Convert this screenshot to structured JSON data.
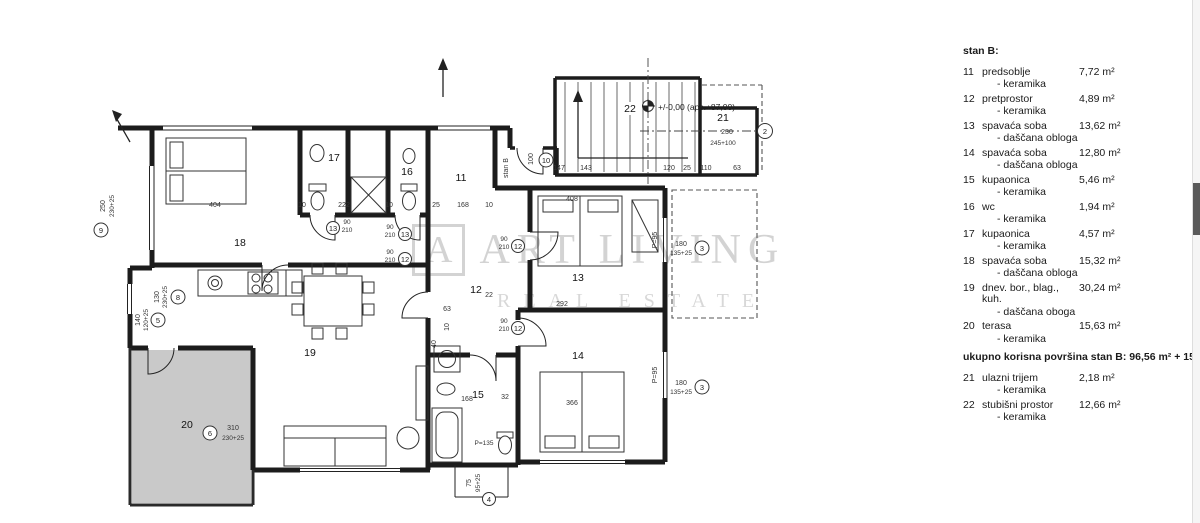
{
  "legend": {
    "title": "stan B:",
    "items": [
      {
        "num": "11",
        "name": "predsoblje",
        "area": "7,72 m²",
        "sub": "- keramika"
      },
      {
        "num": "12",
        "name": "pretprostor",
        "area": "4,89 m²",
        "sub": "- keramika"
      },
      {
        "num": "13",
        "name": "spavaća soba",
        "area": "13,62 m²",
        "sub": "- daščana obloga"
      },
      {
        "num": "14",
        "name": "spavaća soba",
        "area": "12,80 m²",
        "sub": "- daščana obloga"
      },
      {
        "num": "15",
        "name": "kupaonica",
        "area": "5,46 m²",
        "sub": "- keramika"
      },
      {
        "num": "16",
        "name": "wc",
        "area": "1,94 m²",
        "sub": "- keramika"
      },
      {
        "num": "17",
        "name": "kupaonica",
        "area": "4,57 m²",
        "sub": "- keramika"
      },
      {
        "num": "18",
        "name": "spavaća soba",
        "area": "15,32 m²",
        "sub": "- daščana obloga"
      },
      {
        "num": "19",
        "name": "dnev. bor., blag., kuh.",
        "area": "30,24 m²",
        "sub": "- daščana oboga"
      },
      {
        "num": "20",
        "name": "terasa",
        "area": "15,63 m²",
        "sub": "- keramika"
      }
    ],
    "total": "ukupno korisna površina stan B: 96,56 m² + 15,",
    "extra": [
      {
        "num": "21",
        "name": "ulazni trijem",
        "area": "2,18 m²",
        "sub": "- keramika"
      },
      {
        "num": "22",
        "name": "stubišni prostor",
        "area": "12,66 m²",
        "sub": "- keramika"
      }
    ]
  },
  "watermark": {
    "logo": "A",
    "line1": "ART LIVING",
    "line2": "REAL ESTATE"
  },
  "plan": {
    "rooms": {
      "r11": "11",
      "r12": "12",
      "r13": "13",
      "r14": "14",
      "r15": "15",
      "r16": "16",
      "r17": "17",
      "r18": "18",
      "r19": "19",
      "r20": "20",
      "r21": "21",
      "r22": "22"
    },
    "labels": {
      "stan_b": "stan B",
      "level": "+/-0,00 (aps.+87,00)"
    },
    "marks": {
      "m2": "2",
      "m3": "3",
      "m4": "4",
      "m5": "5",
      "m6": "6",
      "m8": "8",
      "m9": "9",
      "m10": "10",
      "m12": "12",
      "m13": "13"
    },
    "dims": {
      "d404": "404",
      "d10": "10",
      "d222": "222",
      "d25": "25",
      "d168": "168",
      "d100": "100",
      "d147": "147",
      "d143": "143",
      "d120": "120",
      "d110": "110",
      "d63": "63",
      "d408": "408",
      "d292": "292",
      "d366": "366",
      "d90": "90",
      "d210": "210",
      "d22": "22",
      "d32": "32",
      "d40": "40",
      "p95": "P=95",
      "p135": "P=135",
      "d230": "230",
      "d245": "245+100",
      "w250": "250",
      "w230_25": "230+25",
      "w130": "130",
      "w140": "140",
      "w120_25": "120+25",
      "w310": "310",
      "w180": "180",
      "w135_25": "135+25",
      "w75": "75",
      "w95_25": "95+25"
    }
  }
}
